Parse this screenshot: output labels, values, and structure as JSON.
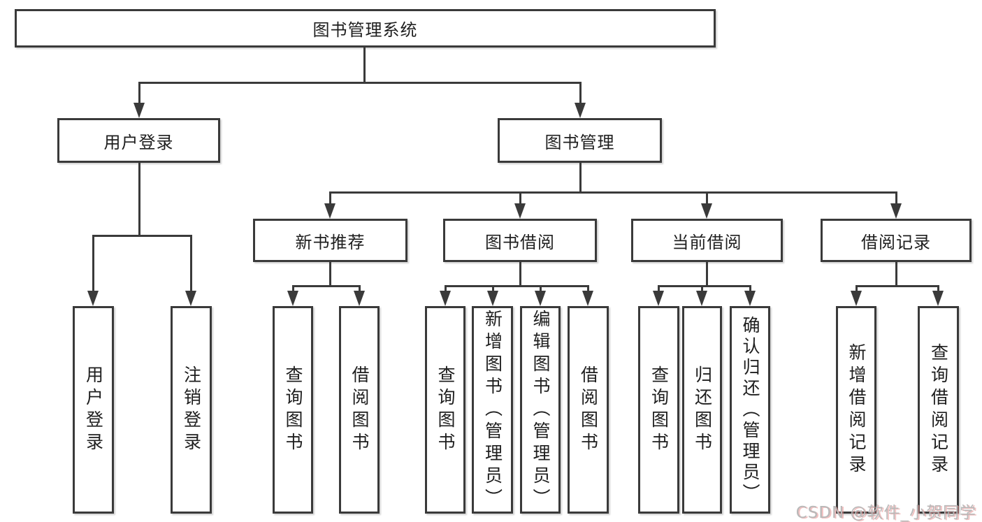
{
  "diagram": {
    "type": "hierarchy-tree",
    "colors": {
      "line": "#3a3a3a",
      "text": "#1e1e1e",
      "box_bg": "#ffffff",
      "watermark": "#b9b9b9"
    },
    "nodes": {
      "root": {
        "label": "图书管理系统"
      },
      "user_login": {
        "label": "用户登录"
      },
      "book_mgmt": {
        "label": "图书管理"
      },
      "new_book_rec": {
        "label": "新书推荐"
      },
      "book_borrow": {
        "label": "图书借阅"
      },
      "current_borrow": {
        "label": "当前借阅"
      },
      "borrow_record": {
        "label": "借阅记录"
      },
      "leaf_user_login": {
        "label": "用户登录"
      },
      "leaf_logout": {
        "label": "注销登录"
      },
      "leaf_query_book_1": {
        "label": "查询图书"
      },
      "leaf_borrow_book_1": {
        "label": "借阅图书"
      },
      "leaf_query_book_2": {
        "label": "查询图书"
      },
      "leaf_add_book": {
        "label": "新增图书（管理员）"
      },
      "leaf_edit_book": {
        "label": "编辑图书（管理员）"
      },
      "leaf_borrow_book_2": {
        "label": "借阅图书"
      },
      "leaf_query_book_3": {
        "label": "查询图书"
      },
      "leaf_return_book": {
        "label": "归还图书"
      },
      "leaf_confirm_return": {
        "label": "确认归还（管理员）"
      },
      "leaf_add_record": {
        "label": "新增借阅记录"
      },
      "leaf_query_record": {
        "label": "查询借阅记录"
      }
    },
    "edges": [
      "root→用户登录",
      "root→图书管理",
      "用户登录→用户登录(叶)",
      "用户登录→注销登录",
      "图书管理→新书推荐",
      "图书管理→图书借阅",
      "图书管理→当前借阅",
      "图书管理→借阅记录",
      "新书推荐→查询图书",
      "新书推荐→借阅图书",
      "图书借阅→查询图书",
      "图书借阅→新增图书（管理员）",
      "图书借阅→编辑图书（管理员）",
      "图书借阅→借阅图书",
      "当前借阅→查询图书",
      "当前借阅→归还图书",
      "当前借阅→确认归还（管理员）",
      "借阅记录→新增借阅记录",
      "借阅记录→查询借阅记录"
    ],
    "watermark": {
      "text": "CSDN @软件_小贺同学"
    }
  }
}
